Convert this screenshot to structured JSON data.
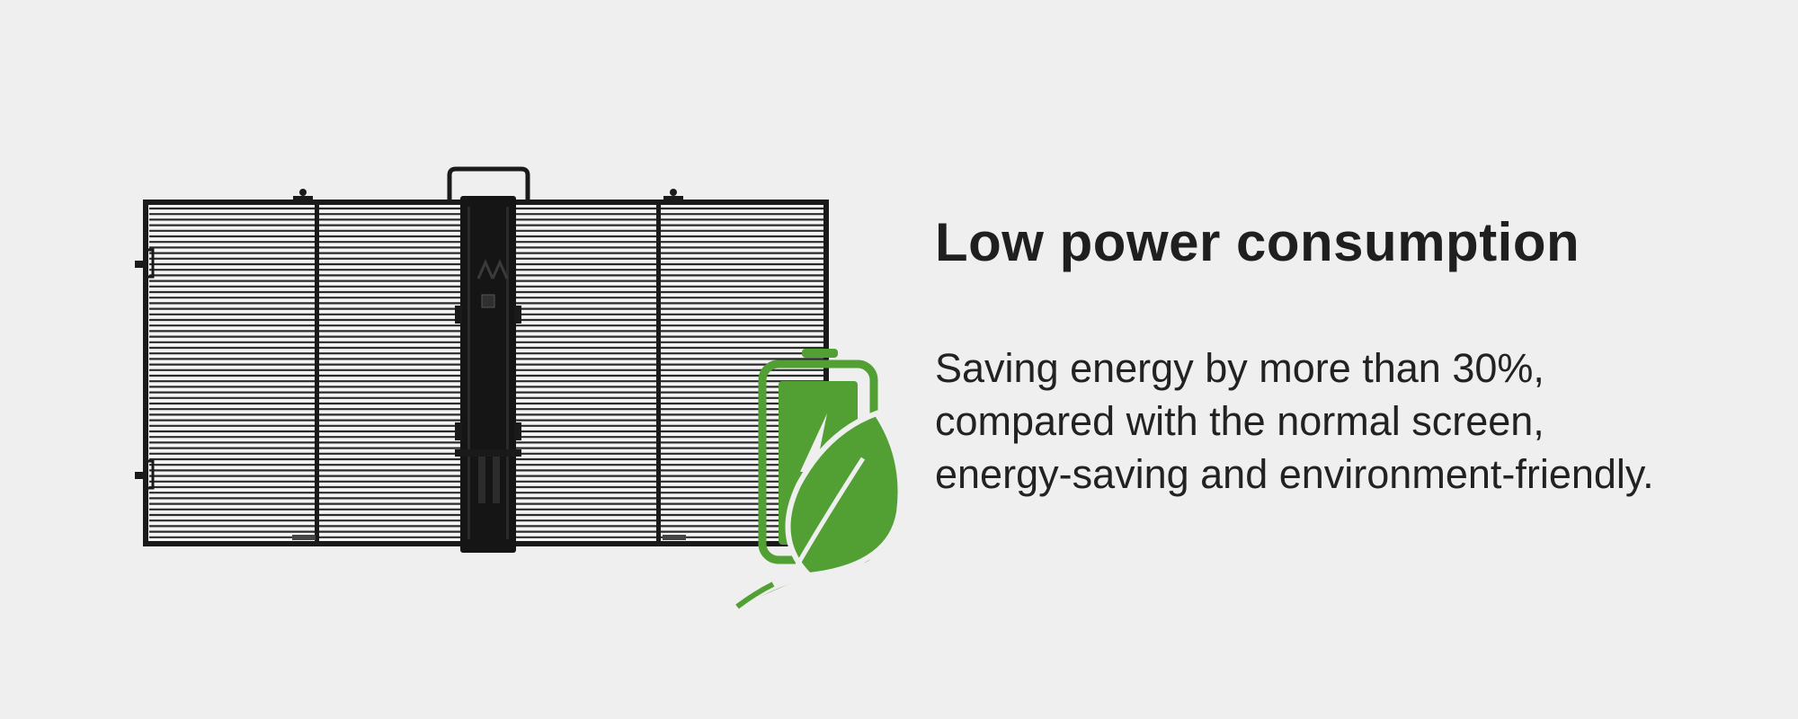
{
  "heading": {
    "title": "Low power consumption"
  },
  "description": {
    "lines": [
      "Saving energy by more than 30%,",
      "compared with the normal screen,",
      "energy-saving and environment-friendly."
    ]
  },
  "icons": {
    "product": "transparent-led-screen-panel",
    "badge": "battery-leaf-icon"
  },
  "colors": {
    "background": "#efefef",
    "text": "#1f1f1f",
    "eco_green": "#529f33",
    "frame": "#1a1a1a"
  }
}
